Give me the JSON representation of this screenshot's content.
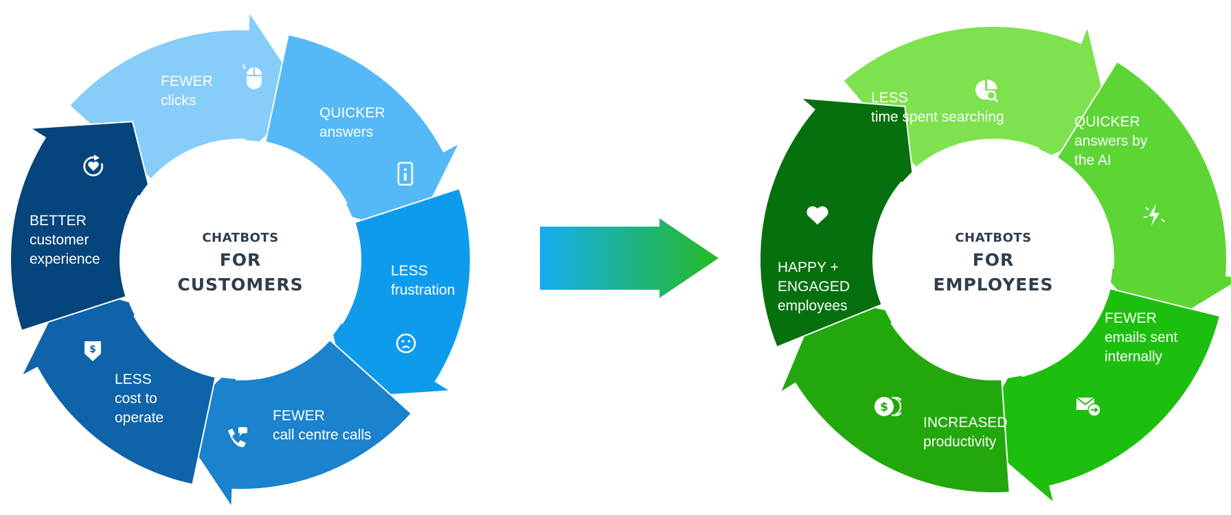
{
  "customers_cycle": {
    "center": {
      "line1": "CHATBOTS",
      "line2": "FOR",
      "line3": "CUSTOMERS"
    },
    "segments": [
      {
        "heading": "FEWER",
        "lines": [
          "clicks"
        ],
        "icon": "mouse-icon",
        "color": "#86cdfa"
      },
      {
        "heading": "QUICKER",
        "lines": [
          "answers"
        ],
        "icon": "info-phone-icon",
        "color": "#55b8f7"
      },
      {
        "heading": "LESS",
        "lines": [
          "frustration"
        ],
        "icon": "sad-face-icon",
        "color": "#0f9bec"
      },
      {
        "heading": "FEWER",
        "lines": [
          "call centre calls"
        ],
        "icon": "phone-chat-icon",
        "color": "#1b82cd"
      },
      {
        "heading": "LESS",
        "lines": [
          "cost to",
          "operate"
        ],
        "icon": "dollar-down-icon",
        "color": "#0e63a9"
      },
      {
        "heading": "BETTER",
        "lines": [
          "customer",
          "experience"
        ],
        "icon": "heart-refresh-icon",
        "color": "#06447c"
      }
    ]
  },
  "employees_cycle": {
    "center": {
      "line1": "CHATBOTS",
      "line2": "FOR",
      "line3": "EMPLOYEES"
    },
    "segments": [
      {
        "heading": "LESS",
        "lines": [
          "time spent searching"
        ],
        "icon": "clock-search-icon",
        "color": "#7de24e"
      },
      {
        "heading": "QUICKER",
        "lines": [
          "answers by",
          "the AI"
        ],
        "icon": "lightning-icon",
        "color": "#5cd535"
      },
      {
        "heading": "FEWER",
        "lines": [
          "emails sent",
          "internally"
        ],
        "icon": "mail-forward-icon",
        "color": "#1dbf0e"
      },
      {
        "heading": "INCREASED",
        "lines": [
          "productivity"
        ],
        "icon": "coins-icon",
        "color": "#22a80c"
      },
      {
        "heading": "HAPPY +",
        "lines": [
          "ENGAGED",
          "employees"
        ],
        "icon": "heart-icon",
        "color": "#07700e"
      }
    ]
  },
  "transition_arrow": {
    "icon": "gradient-arrow-icon",
    "from_color": "#15aef0",
    "to_color": "#27b825"
  }
}
